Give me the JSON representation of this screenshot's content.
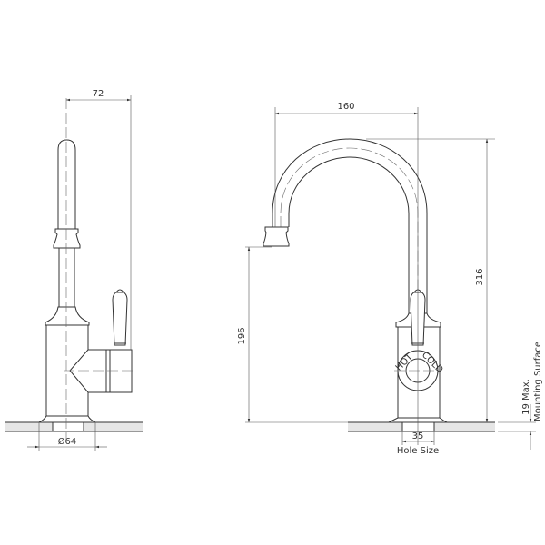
{
  "side_view": {
    "width_dim": "72",
    "base_diameter_dim": "Ø64"
  },
  "front_view": {
    "reach_dim": "160",
    "height_dim": "316",
    "spout_height_dim": "196",
    "hole_dim": "35",
    "hole_label": "Hole Size",
    "mounting_max": "19 Max.",
    "mounting_label": "Mounting Surface",
    "hot_label": "HOT",
    "cold_label": "COLD"
  },
  "colors": {
    "line": "#333333",
    "counter_fill": "#e6e6e6"
  }
}
